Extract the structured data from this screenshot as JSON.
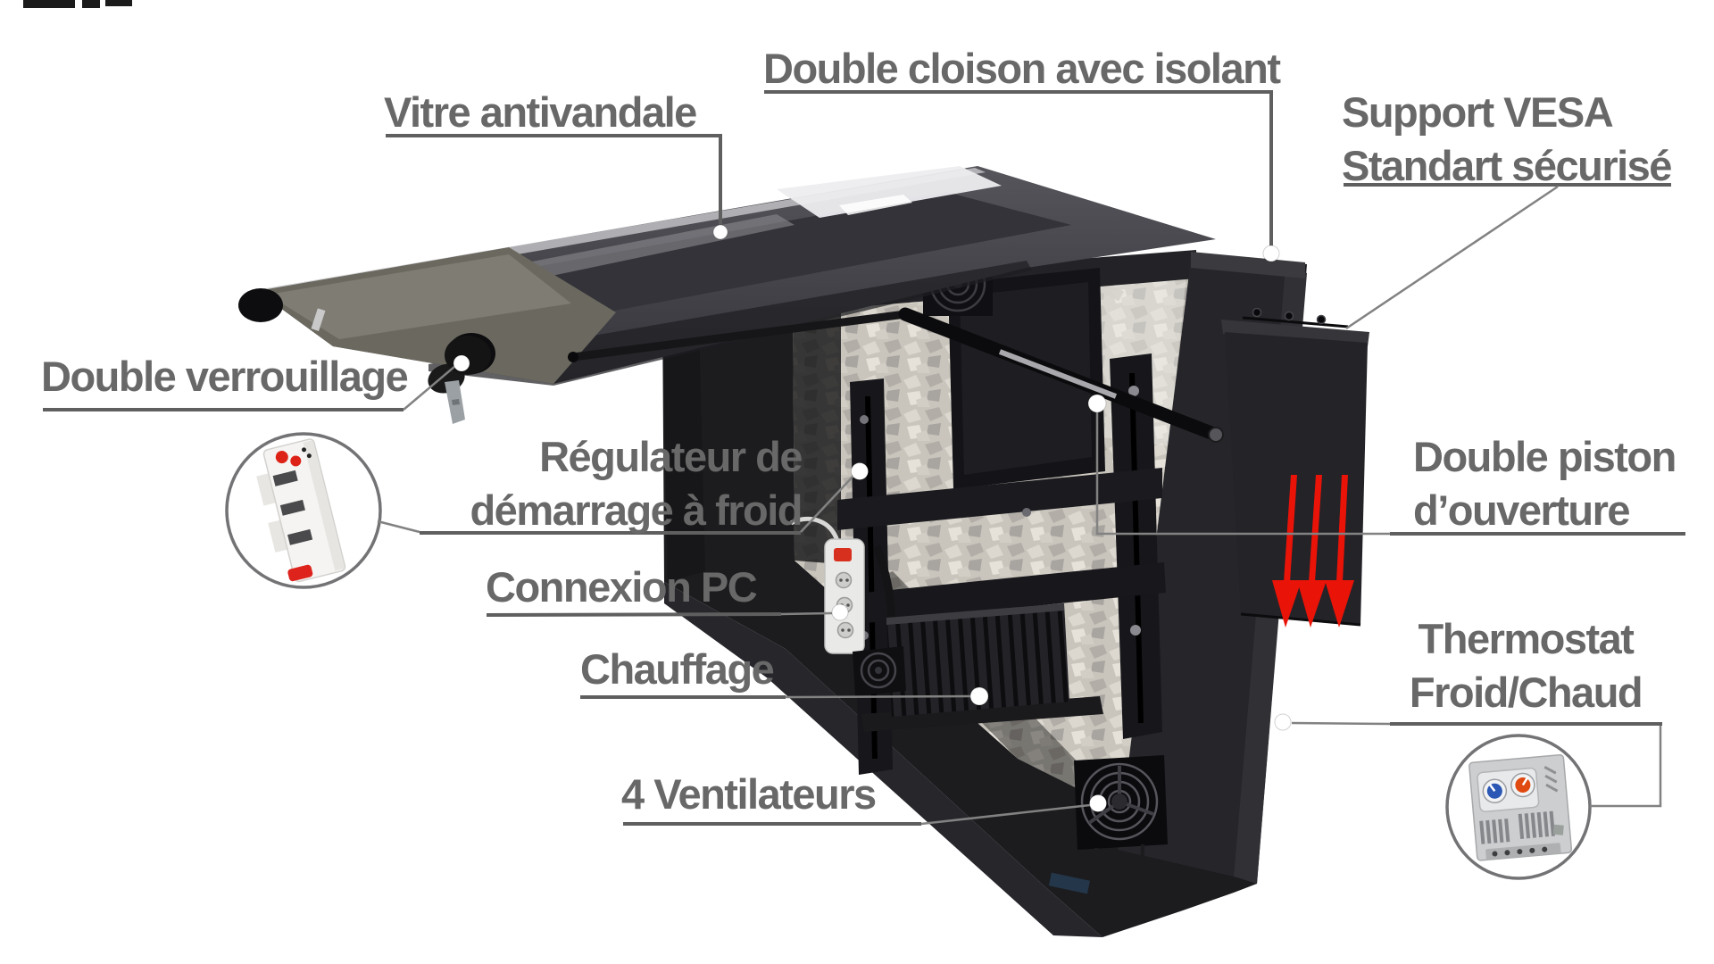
{
  "figure": {
    "type": "annotated-product-diagram",
    "subject": "outdoor-tv-enclosure-open",
    "background": "#ffffff",
    "label_color": "#686868",
    "underline_color": "#5f5f5f",
    "line_color": "#828282",
    "dot_color": "#ffffff",
    "arrow_color": "#ea1308",
    "cabinet_color": "#232327",
    "foil_color": "#c9c5bd",
    "callouts": {
      "vitre": {
        "label": "Vitre antivandale"
      },
      "cloison": {
        "label": "Double cloison avec isolant"
      },
      "vesa": {
        "line1": "Support VESA",
        "line2": "Standart sécurisé"
      },
      "verrouillage": {
        "label": "Double verrouillage"
      },
      "regulateur": {
        "line1": "Régulateur de",
        "line2": "démarrage à froid"
      },
      "connexion": {
        "label": "Connexion PC"
      },
      "chauffage": {
        "label": "Chauffage"
      },
      "ventilateurs": {
        "label": "4 Ventilateurs"
      },
      "piston": {
        "line1": "Double piston",
        "line2": "d’ouverture"
      },
      "thermostat": {
        "line1": "Thermostat",
        "line2": "Froid/Chaud"
      }
    },
    "insets": {
      "regulateur_icon": "din-rail-cold-start-regulator",
      "thermostat_icon": "dual-dial-thermostat-cold-heat"
    },
    "airflow_arrow_count": 3
  }
}
